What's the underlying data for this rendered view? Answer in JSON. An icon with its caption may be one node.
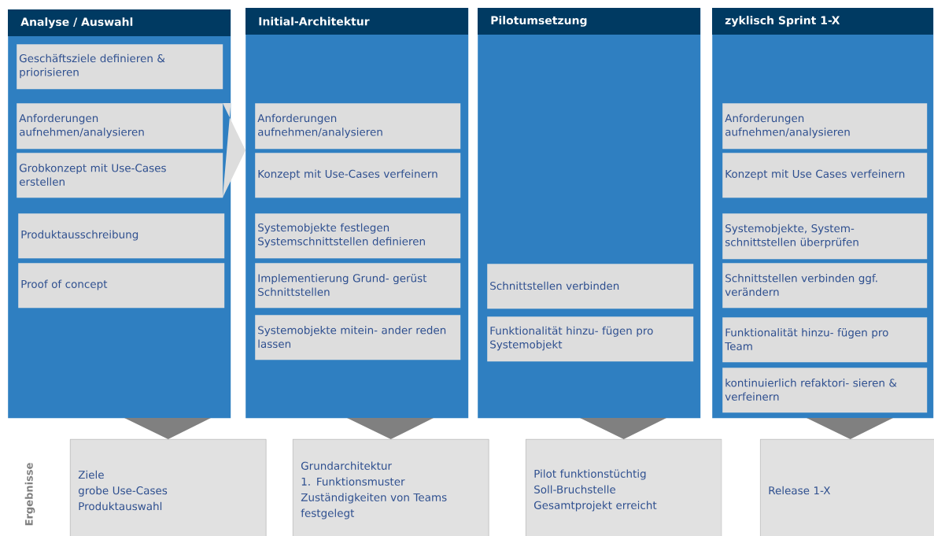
{
  "diagram": {
    "nodes": [
      {
        "text": [
          "Analyse / Auswahl"
        ]
      },
      {
        "text": [
          "Geschäftsziele definieren & priorisieren"
        ],
        "in": 0
      },
      {
        "text": [
          "Anforderungen aufnehmen/analysieren"
        ],
        "in": 0
      },
      {
        "text": [
          "Grobkonzept mit Use-Cases erstellen"
        ],
        "in": 0
      },
      {
        "text": [
          "Produktausschreibung"
        ],
        "in": 0
      },
      {
        "text": [
          "Proof of concept"
        ],
        "in": 0
      },
      {
        "text": [
          "Initial-Architektur"
        ]
      },
      {
        "text": [
          "Anforderungen aufnehmen/analysieren"
        ],
        "in": 6
      },
      {
        "text": [
          "Konzept mit Use-Cases verfeinern"
        ],
        "in": 6
      },
      {
        "text": [
          "Systemobjekte festlegen Systemschnittstellen definieren"
        ],
        "in": 6
      },
      {
        "text": [
          "Implementierung Grund- gerüst Schnittstellen"
        ],
        "in": 6
      },
      {
        "text": [
          "Systemobjekte mitein- ander reden lassen"
        ],
        "in": 6
      },
      {
        "text": [
          "Pilotumsetzung"
        ]
      },
      {
        "text": [
          "Schnittstellen verbinden"
        ],
        "in": 12
      },
      {
        "text": [
          "Funktionalität hinzu- fügen pro Systemobjekt"
        ],
        "in": 12
      },
      {
        "text": [
          "zyklisch Sprint 1-X"
        ]
      },
      {
        "text": [
          "Anforderungen aufnehmen/analysieren"
        ],
        "in": 15
      },
      {
        "text": [
          "Konzept mit Use Cases verfeinern"
        ],
        "in": 15
      },
      {
        "text": [
          "Systemobjekte, System- schnittstellen überprüfen"
        ],
        "in": 15
      },
      {
        "text": [
          "Schnittstellen verbinden ggf. verändern"
        ],
        "in": 15
      },
      {
        "text": [
          "Funktionalität hinzu- fügen pro Team"
        ],
        "in": 15
      },
      {
        "text": [
          "kontinuierlich refaktori- sieren & verfeinern"
        ],
        "in": 15
      },
      {
        "text": [
          "Ziele",
          "grobe Use-Cases",
          "Produktauswahl"
        ]
      },
      {
        "text": [
          "Grundarchitektur",
          "1. Funktionsmuster",
          "Zuständigkeiten von Teams festgelegt"
        ]
      },
      {
        "text": [
          "Pilot funktionstüchtig",
          "Soll-Bruchstelle",
          "Gesamtprojekt erreicht"
        ]
      },
      {
        "text": [
          "Release 1-X"
        ]
      }
    ],
    "edges": [
      {
        "from": 0,
        "to": 6,
        "arrow": "to"
      },
      {
        "from": 0,
        "to": 22,
        "arrow": "to"
      },
      {
        "from": 6,
        "to": 23,
        "arrow": "to"
      },
      {
        "from": 12,
        "to": 24,
        "arrow": "to"
      },
      {
        "from": 15,
        "to": 25,
        "arrow": "to"
      }
    ],
    "labels": [
      "Ergebnisse"
    ]
  }
}
